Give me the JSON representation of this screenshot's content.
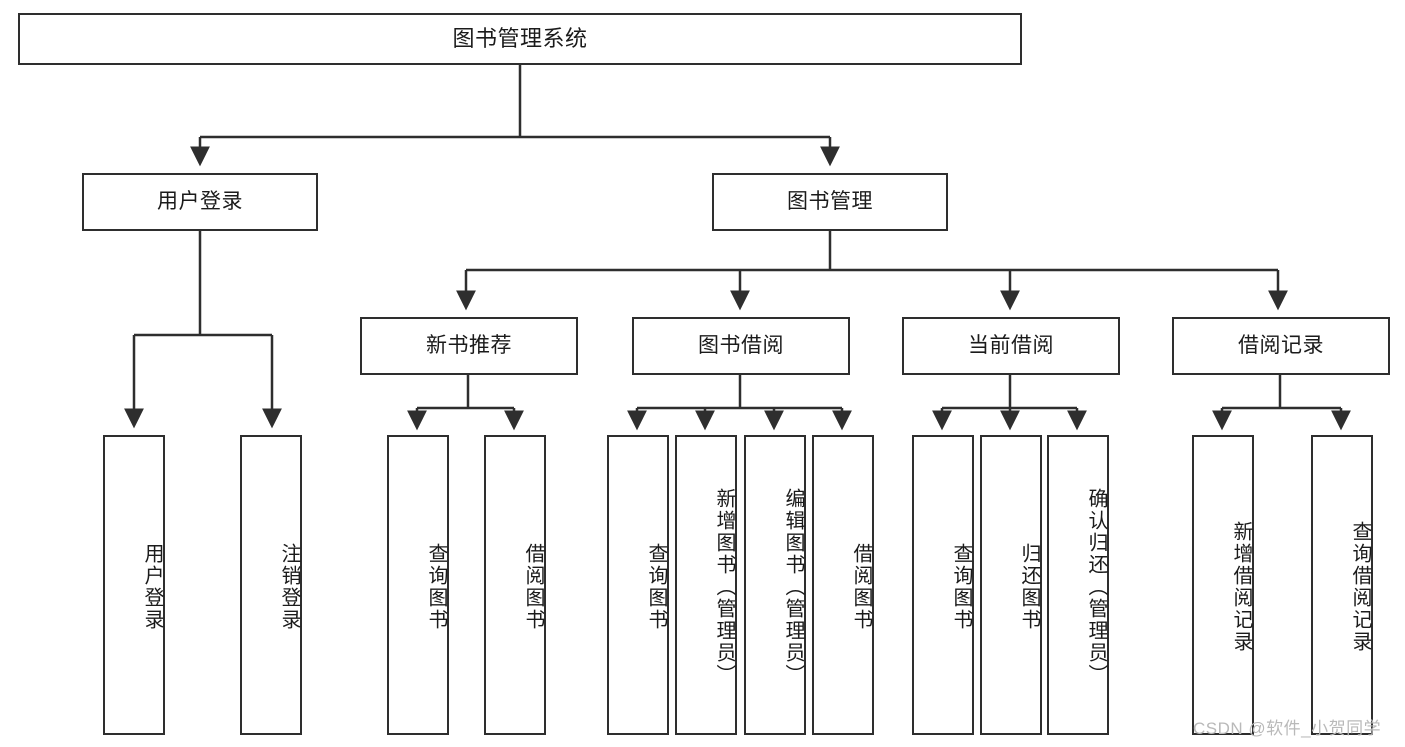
{
  "diagram": {
    "title": "图书管理系统",
    "type": "tree-hierarchy-chart",
    "colors": {
      "box_border": "#2e2e2e",
      "box_fill": "#ffffff",
      "connector": "#2e2e2e",
      "text": "#1b1b1b",
      "watermark": "#b9b9b9"
    },
    "root": {
      "label": "图书管理系统"
    },
    "level2": [
      {
        "id": "user-login",
        "label": "用户登录"
      },
      {
        "id": "book-manage",
        "label": "图书管理"
      }
    ],
    "level3": [
      {
        "id": "new-book-recommend",
        "label": "新书推荐"
      },
      {
        "id": "book-borrow",
        "label": "图书借阅"
      },
      {
        "id": "current-borrow",
        "label": "当前借阅"
      },
      {
        "id": "borrow-record",
        "label": "借阅记录"
      }
    ],
    "leaves": {
      "user_login": [
        {
          "id": "leaf-user-login",
          "label": "用户登录"
        },
        {
          "id": "leaf-logout-login",
          "label": "注销登录"
        }
      ],
      "new_book_recommend": [
        {
          "id": "leaf-query-book-1",
          "label": "查询图书"
        },
        {
          "id": "leaf-borrow-book-1",
          "label": "借阅图书"
        }
      ],
      "book_borrow": [
        {
          "id": "leaf-query-book-2",
          "label": "查询图书"
        },
        {
          "id": "leaf-add-book-admin",
          "label": "新增图书（管理员）"
        },
        {
          "id": "leaf-edit-book-admin",
          "label": "编辑图书（管理员）"
        },
        {
          "id": "leaf-borrow-book-2",
          "label": "借阅图书"
        }
      ],
      "current_borrow": [
        {
          "id": "leaf-query-book-3",
          "label": "查询图书"
        },
        {
          "id": "leaf-return-book",
          "label": "归还图书"
        },
        {
          "id": "leaf-confirm-return-admin",
          "label": "确认归还（管理员）"
        }
      ],
      "borrow_record": [
        {
          "id": "leaf-add-borrow-record",
          "label": "新增借阅记录"
        },
        {
          "id": "leaf-query-borrow-record",
          "label": "查询借阅记录"
        }
      ]
    },
    "watermark": "CSDN @软件_小贺同学"
  }
}
